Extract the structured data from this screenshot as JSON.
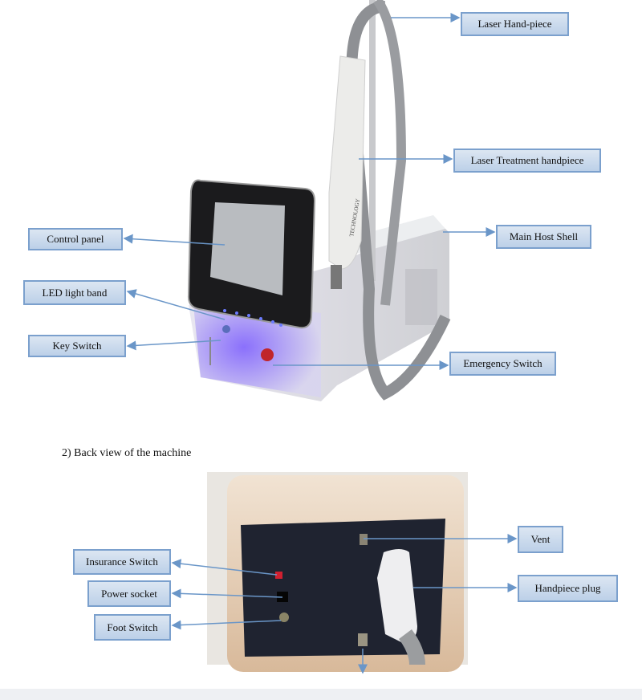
{
  "front_view": {
    "labels": {
      "laser_hand_piece": "Laser Hand-piece",
      "laser_treatment_handpiece": "Laser Treatment handpiece",
      "main_host_shell": "Main Host Shell",
      "control_panel": "Control panel",
      "led_light_band": "LED light band",
      "key_switch": "Key Switch",
      "emergency_switch": "Emergency Switch"
    },
    "handpiece_text": "TECHNOLOGY"
  },
  "back_view": {
    "caption": "2) Back view of the machine",
    "labels": {
      "insurance_switch": "Insurance Switch",
      "power_socket": "Power socket",
      "foot_switch": "Foot Switch",
      "vent": "Vent",
      "handpiece_plug": "Handpiece plug"
    }
  },
  "colors": {
    "label_border": "#7ba0cd",
    "arrow": "#6a96c8",
    "led": "#5b3cff"
  }
}
